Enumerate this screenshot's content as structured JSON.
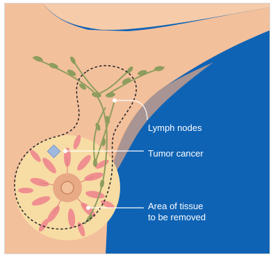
{
  "labels": {
    "lymph_nodes": "Lymph nodes",
    "tumor_cancer": "Tumor cancer",
    "area_removed": "Area of tissue\nto be removed"
  },
  "colors": {
    "background_blue": "#0e63b5",
    "skin": "#f3c09c",
    "skin_shadow": "#e8a985",
    "breast_tissue": "#f7dca4",
    "petals": "#f08f8f",
    "lymph_vessel": "#8e9d5d",
    "tumor": "#9fb8dd",
    "dashed_outline": "#2a2a2a",
    "leader_line": "#ffffff"
  },
  "icons": {
    "tumor_marker": "diamond",
    "callout_dots": "circle"
  }
}
